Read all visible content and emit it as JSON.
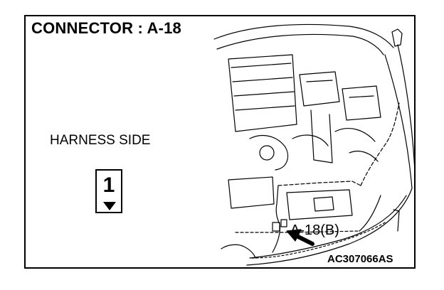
{
  "title": "CONNECTOR : A-18",
  "side_label": "HARNESS SIDE",
  "connector": {
    "number": "1"
  },
  "callout_label": "A-18(B)",
  "figure_id": "AC307066AS"
}
